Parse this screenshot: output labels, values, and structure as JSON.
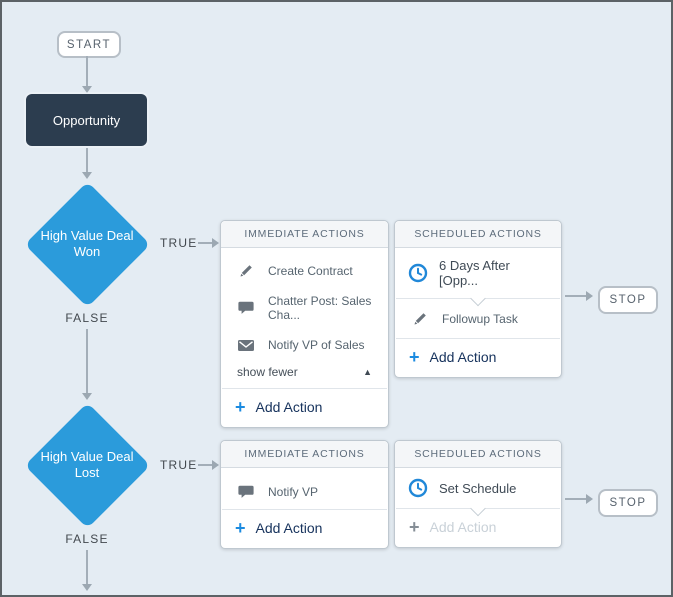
{
  "nodes": {
    "start": "START",
    "trigger": "Opportunity",
    "stop": "STOP",
    "true_label": "TRUE",
    "false_label": "FALSE"
  },
  "branch1": {
    "decision": "High Value Deal Won",
    "immediate": {
      "header": "IMMEDIATE ACTIONS",
      "items": [
        {
          "icon": "pencil-icon",
          "label": "Create Contract"
        },
        {
          "icon": "chat-bubble-icon",
          "label": "Chatter Post: Sales Cha..."
        },
        {
          "icon": "envelope-icon",
          "label": "Notify VP of Sales"
        }
      ],
      "show_fewer_label": "show fewer",
      "collapse_icon": "triangle-up-icon",
      "add_action_label": "Add Action",
      "add_action_enabled": true
    },
    "scheduled": {
      "header": "SCHEDULED ACTIONS",
      "schedule": {
        "icon": "clock-icon",
        "label": "6 Days After [Opp..."
      },
      "items": [
        {
          "icon": "pencil-icon",
          "label": "Followup Task"
        }
      ],
      "add_action_label": "Add Action",
      "add_action_enabled": true
    }
  },
  "branch2": {
    "decision": "High Value Deal Lost",
    "immediate": {
      "header": "IMMEDIATE ACTIONS",
      "items": [
        {
          "icon": "chat-bubble-icon",
          "label": "Notify VP"
        }
      ],
      "add_action_label": "Add Action",
      "add_action_enabled": true
    },
    "scheduled": {
      "header": "SCHEDULED ACTIONS",
      "schedule": {
        "icon": "clock-icon",
        "label": "Set Schedule"
      },
      "add_action_label": "Add Action",
      "add_action_enabled": false
    }
  },
  "colors": {
    "background": "#e4ecf3",
    "diamond_blue": "#2b9bdb",
    "trigger_dark": "#2c3d4f",
    "action_link_blue": "#1b8be0",
    "connector_gray": "#9ca8b2",
    "disabled_text": "#c9d1d8"
  }
}
